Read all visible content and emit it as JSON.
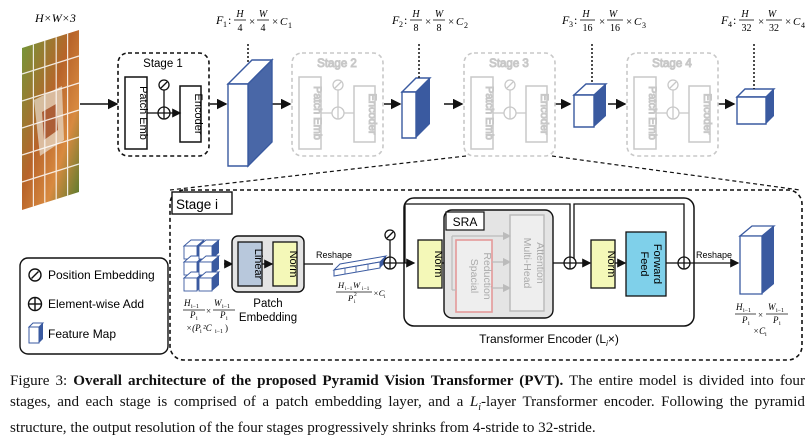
{
  "input_label": "H×W×3",
  "feature_labels": [
    {
      "name": "F",
      "sub": "1",
      "num": "H",
      "den": "4",
      "num2": "W",
      "den2": "4",
      "c": "C",
      "csub": "1"
    },
    {
      "name": "F",
      "sub": "2",
      "num": "H",
      "den": "8",
      "num2": "W",
      "den2": "8",
      "c": "C",
      "csub": "2"
    },
    {
      "name": "F",
      "sub": "3",
      "num": "H",
      "den": "16",
      "num2": "W",
      "den2": "16",
      "c": "C",
      "csub": "3"
    },
    {
      "name": "F",
      "sub": "4",
      "num": "H",
      "den": "32",
      "num2": "W",
      "den2": "32",
      "c": "C",
      "csub": "4"
    }
  ],
  "stages": [
    "Stage 1",
    "Stage 2",
    "Stage 3",
    "Stage 4"
  ],
  "stage_block": {
    "patch_emb": "Patch Emb",
    "encoder": "Encoder"
  },
  "detail": {
    "title": "Stage i",
    "linear": "Linear",
    "norm": "Norm",
    "patch_embedding": [
      "Patch",
      "Embedding"
    ],
    "reshape": "Reshape",
    "sra": "SRA",
    "multi_head": [
      "Multi-Head",
      "Attention"
    ],
    "spatial_reduction": [
      "Spacial",
      "Reduction"
    ],
    "feed_forward": [
      "Feed",
      "Forward"
    ],
    "transformer_encoder": "Transformer Encoder (L",
    "transformer_sub": "i",
    "transformer_tail": "×)",
    "in_dims": {
      "n1": "H",
      "s1": "i−1",
      "d1": "P",
      "ds1": "i",
      "n2": "W",
      "s2": "i−1",
      "d2": "P",
      "ds2": "i",
      "last": "×(P",
      "lasts": "i",
      "last2": "²C",
      "last2s": "i−1",
      "last3": ")"
    },
    "mid_dims": {
      "num": "H",
      "nsub": "i−1",
      "num2": "W",
      "nsub2": "i−1",
      "den": "P",
      "dsub": "i",
      "dexp": "2",
      "c": "×C",
      "csub": "i"
    },
    "out_dims": {
      "n1": "H",
      "s1": "i−1",
      "d1": "P",
      "ds1": "i",
      "n2": "W",
      "s2": "i−1",
      "d2": "P",
      "ds2": "i",
      "c": "×C",
      "cs": "i"
    }
  },
  "legend": {
    "position_embedding": "Position Embedding",
    "element_wise_add": "Element-wise Add",
    "feature_map": "Feature Map"
  },
  "caption": {
    "prefix": "Figure 3: ",
    "bold": "Overall architecture of the proposed Pyramid Vision Transformer (PVT).",
    "text1": " The entire model is divided into four stages, and each stage is comprised of a patch embedding layer, and a ",
    "li": "L",
    "li_sub": "i",
    "text2": "-layer Transformer encoder. Following the pyramid structure, the output resolution of the four stages progressively shrinks from 4-stride to 32-stride."
  },
  "colors": {
    "feature_blue": "#3a5aa0",
    "linear_fill": "#b8c8dc",
    "norm_fill": "#f4f8b8",
    "ff_fill": "#7fd0ea",
    "sr_border": "#e49a9a",
    "faded": "#c8c8c8"
  }
}
